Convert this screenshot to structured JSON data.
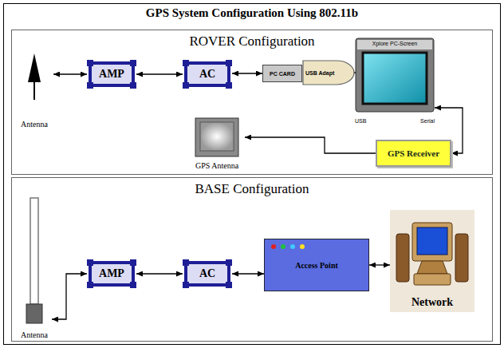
{
  "diagram": {
    "title": "GPS System Configuration Using 802.11b",
    "nodes": [
      {
        "text": [
          "ROVER Configuration"
        ]
      },
      {
        "text": [
          "Antenna"
        ],
        "in": 0
      },
      {
        "text": [
          "AMP"
        ],
        "in": 0
      },
      {
        "text": [
          "AC"
        ],
        "in": 0
      },
      {
        "text": [
          "PC CARD"
        ],
        "in": 0
      },
      {
        "text": [
          "USB Adapt"
        ],
        "in": 0
      },
      {
        "text": [
          "Xplore PC-Screen",
          "USB",
          "Serial"
        ],
        "in": 0
      },
      {
        "text": [
          "GPS Receiver"
        ],
        "in": 0
      },
      {
        "text": [
          "GPS Antenna"
        ],
        "in": 0
      },
      {
        "text": [
          "BASE Configuration"
        ]
      },
      {
        "text": [
          "Antenna"
        ],
        "in": 9
      },
      {
        "text": [
          "AMP"
        ],
        "in": 9
      },
      {
        "text": [
          "AC"
        ],
        "in": 9
      },
      {
        "text": [
          "Access Point"
        ],
        "in": 9
      },
      {
        "text": [
          "Network"
        ],
        "in": 9
      }
    ],
    "edges": [
      {
        "from": 1,
        "to": 2,
        "arrow": "both"
      },
      {
        "from": 2,
        "to": 3,
        "arrow": "both"
      },
      {
        "from": 3,
        "to": 4,
        "arrow": "both"
      },
      {
        "from": 5,
        "to": 6,
        "arrow": "both"
      },
      {
        "from": 6,
        "to": 7,
        "arrow": "both"
      },
      {
        "from": 7,
        "to": 8,
        "arrow": "to"
      },
      {
        "from": 10,
        "to": 11,
        "arrow": "both"
      },
      {
        "from": 11,
        "to": 12,
        "arrow": "both"
      },
      {
        "from": 12,
        "to": 13,
        "arrow": "both"
      },
      {
        "from": 13,
        "to": 14,
        "arrow": "both"
      }
    ]
  }
}
